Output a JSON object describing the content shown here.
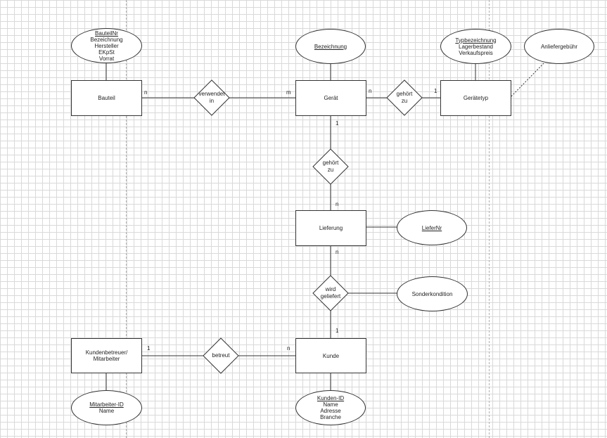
{
  "entities": {
    "bauteil": "Bauteil",
    "geraet": "Gerät",
    "geraetetyp": "Gerätetyp",
    "lieferung": "Lieferung",
    "kunde": "Kunde",
    "kundenbetreuer": [
      "Kundenbetreuer/",
      "Mitarbeiter"
    ]
  },
  "relationships": {
    "verwendet_in": [
      "verwendet",
      "in"
    ],
    "gehoert_zu_typ": [
      "gehört",
      "zu"
    ],
    "gehoert_zu_lieferung": [
      "gehört",
      "zu"
    ],
    "wird_geliefert": [
      "wird",
      "geliefert"
    ],
    "betreut": [
      "betreut"
    ]
  },
  "attributes": {
    "bauteil": {
      "key": "BauteilNr",
      "others": [
        "Bezeichnung",
        "Hersteller",
        "EKpSt",
        "Vorrat"
      ]
    },
    "geraet": {
      "key": "Bezeichnung",
      "others": []
    },
    "geraetetyp": {
      "key": "Typbezeichnung",
      "others": [
        "Lagerbestand",
        "Verkaufspreis"
      ]
    },
    "anliefergebuehr": "Anliefergebühr",
    "lieferung": {
      "key": "LieferNr",
      "others": []
    },
    "sonderkondition": "Sonderkondition",
    "mitarbeiter": {
      "key": "Mitarbeiter-ID",
      "others": [
        "Name"
      ]
    },
    "kunde": {
      "key": "Kunden-ID",
      "others": [
        "Name",
        "Adresse",
        "Branche"
      ]
    }
  },
  "cardinalities": {
    "bauteil_verwendet": "n",
    "verwendet_geraet": "m",
    "geraet_typ": "n",
    "typ_geraetetyp": "1",
    "geraet_down": "1",
    "lieferung_up": "n",
    "lieferung_down": "n",
    "kunde_up": "1",
    "mitarbeiter_betreut": "1",
    "betreut_kunde": "n"
  }
}
